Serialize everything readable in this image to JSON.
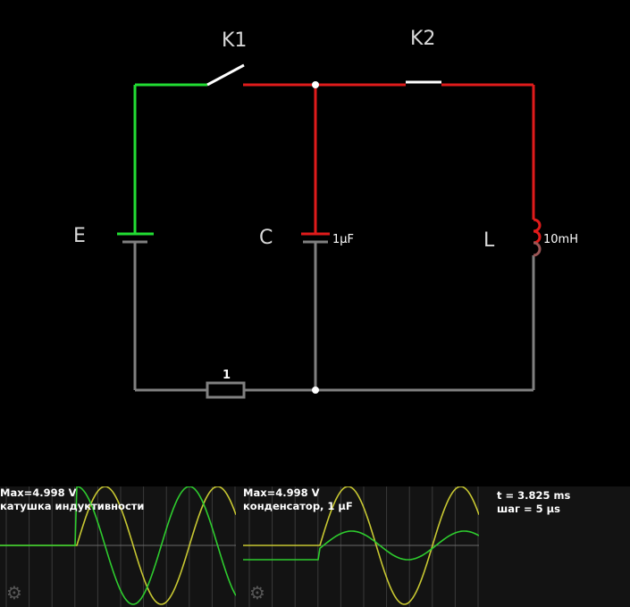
{
  "circuit": {
    "labels": {
      "k1": "K1",
      "k2": "K2",
      "e": "E",
      "c": "C",
      "l": "L"
    },
    "values": {
      "capacitor": "1μF",
      "inductor": "10mH",
      "resistor": "1"
    },
    "colors": {
      "positive": "#22dd33",
      "live": "#e01b1b",
      "ground": "#808080",
      "switch": "#ffffff",
      "inductor_bottom": "#9a5555"
    }
  },
  "scopes": [
    {
      "max": "Max=4.998 V",
      "label": "катушка индуктивности"
    },
    {
      "max": "Max=4.998 V",
      "label": "конденсатор, 1 μF"
    }
  ],
  "time": {
    "t": "t = 3.825 ms",
    "step": "шаг = 5 μs"
  },
  "trace_colors": {
    "voltage": "#2ecc2e",
    "current": "#c8c832"
  }
}
